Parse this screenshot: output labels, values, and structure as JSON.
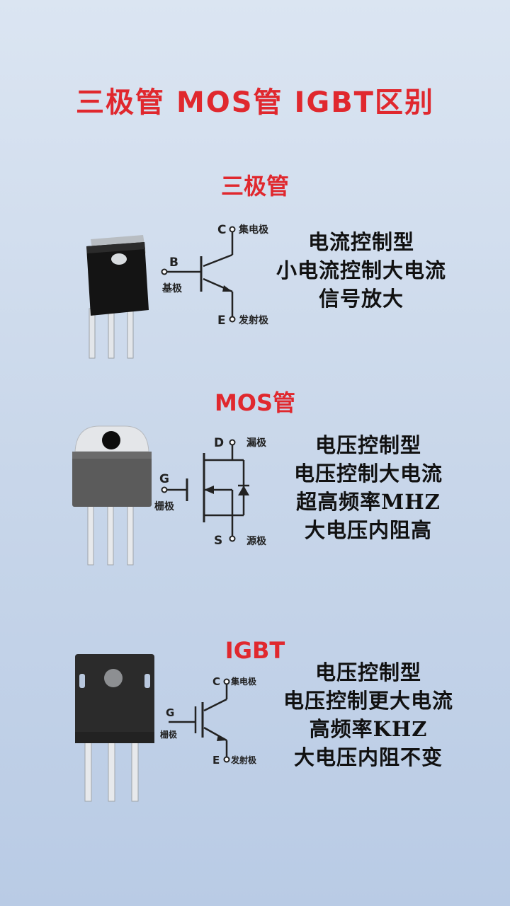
{
  "title": "三极管  MOS管  IGBT区别",
  "sections": [
    {
      "title": "三极管",
      "pins": {
        "c_letter": "C",
        "c_name": "集电极",
        "b_letter": "B",
        "b_name": "基极",
        "e_letter": "E",
        "e_name": "发射极"
      },
      "desc": [
        "电流控制型",
        "小电流控制大电流",
        "信号放大"
      ]
    },
    {
      "title": "MOS管",
      "pins": {
        "d_letter": "D",
        "d_name": "漏极",
        "g_letter": "G",
        "g_name": "栅极",
        "s_letter": "S",
        "s_name": "源极"
      },
      "desc": [
        "电压控制型",
        "电压控制大电流",
        "超高频率MHZ",
        "大电压内阻高"
      ]
    },
    {
      "title": "IGBT",
      "pins": {
        "c_letter": "C",
        "c_name": "集电极",
        "g_letter": "G",
        "g_name": "栅极",
        "e_letter": "E",
        "e_name": "发射极"
      },
      "desc": [
        "电压控制型",
        "电压控制更大电流",
        "高频率KHZ",
        "大电压内阻不变"
      ]
    }
  ],
  "colors": {
    "title_red": "#e0282e",
    "text": "#111111",
    "background": "#cfdcee"
  }
}
